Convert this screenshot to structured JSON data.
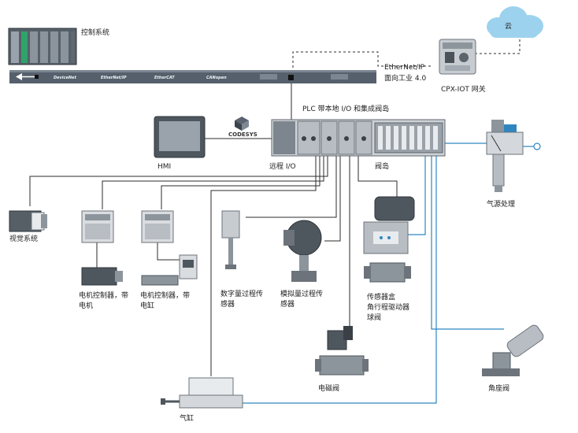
{
  "labels": {
    "control_system": "控制系统",
    "cloud": "云",
    "ethernet_ip": "EtherNet/IP",
    "industry40": "面向工业 4.0",
    "cpx_iot": "CPX-IOT 网关",
    "plc": "PLC 带本地 I/O 和集成阀岛",
    "codesys": "CODESYS",
    "hmi": "HMI",
    "remote_io": "远程 I/O",
    "valve_island": "阀岛",
    "air_prep": "气源处理",
    "vision": "视觉系统",
    "motor_ctrl_1a": "电机控制器，带",
    "motor_ctrl_1b": "电机",
    "motor_ctrl_2a": "电机控制器，带",
    "motor_ctrl_2b": "电缸",
    "digital_sensor_a": "数字量过程传",
    "digital_sensor_b": "感器",
    "analog_sensor_a": "模拟量过程传",
    "analog_sensor_b": "感器",
    "sensor_box_a": "传感器盒",
    "sensor_box_b": "角行程驱动器",
    "sensor_box_c": "球阀",
    "solenoid": "电磁阀",
    "angle_seat": "角座阀",
    "cylinder": "气缸"
  },
  "bus_protocols": [
    "DeviceNet",
    "EtherNet/IP",
    "EtherCAT",
    "CANopen"
  ],
  "colors": {
    "wire": "#2b2b2b",
    "pneumatic": "#2e86c1",
    "bus": "#55606c",
    "cloud": "#9dd2ee",
    "device": "#707780"
  }
}
